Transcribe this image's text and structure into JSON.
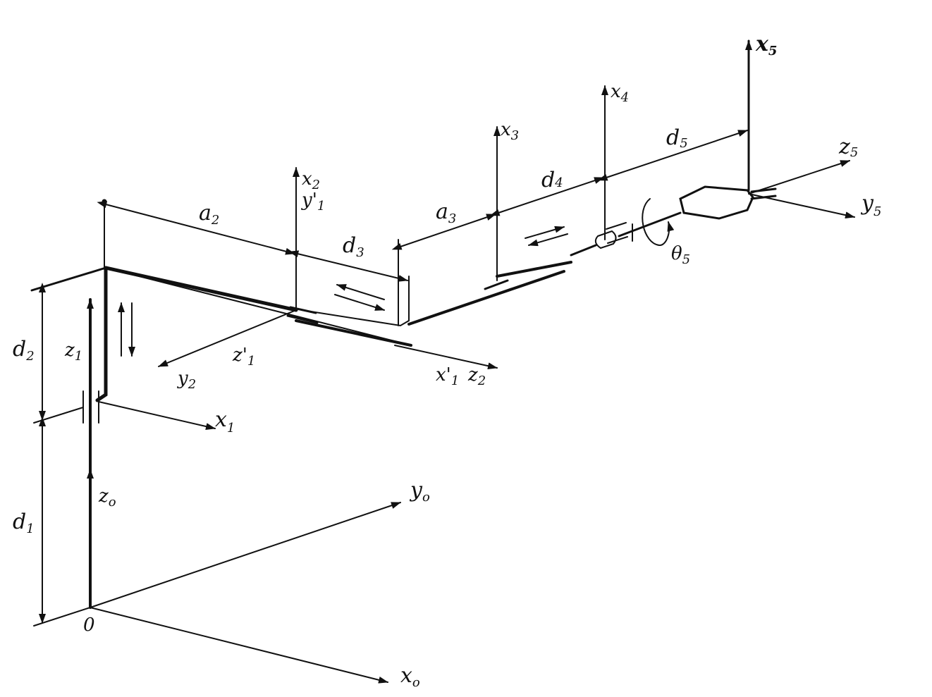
{
  "colors": {
    "ink": "#111111",
    "paper": "#ffffff"
  },
  "labels": {
    "origin": "0",
    "x0": "x",
    "x0_sub": "o",
    "y0": "y",
    "y0_sub": "o",
    "z0": "z",
    "z0_sub": "o",
    "x1": "x",
    "x1_sub": "1",
    "z1": "z",
    "z1_sub": "1",
    "y2": "y",
    "y2_sub": "2",
    "z1p": "z'",
    "z1p_sub": "1",
    "x1p": "x'",
    "x1p_sub": "1",
    "z2": "z",
    "z2_sub": "2",
    "x2": "x",
    "x2_sub": "2",
    "y1p": "y'",
    "y1p_sub": "1",
    "x3": "x",
    "x3_sub": "3",
    "x4": "x",
    "x4_sub": "4",
    "x5": "x",
    "x5_sub": "5",
    "y5": "y",
    "y5_sub": "5",
    "z5": "z",
    "z5_sub": "5",
    "d1": "d",
    "d1_sub": "1",
    "d2": "d",
    "d2_sub": "2",
    "a2": "a",
    "a2_sub": "2",
    "d3": "d",
    "d3_sub": "3",
    "a3": "a",
    "a3_sub": "3",
    "d4": "d",
    "d4_sub": "4",
    "d5": "d",
    "d5_sub": "5",
    "theta5": "θ",
    "theta5_sub": "5"
  }
}
